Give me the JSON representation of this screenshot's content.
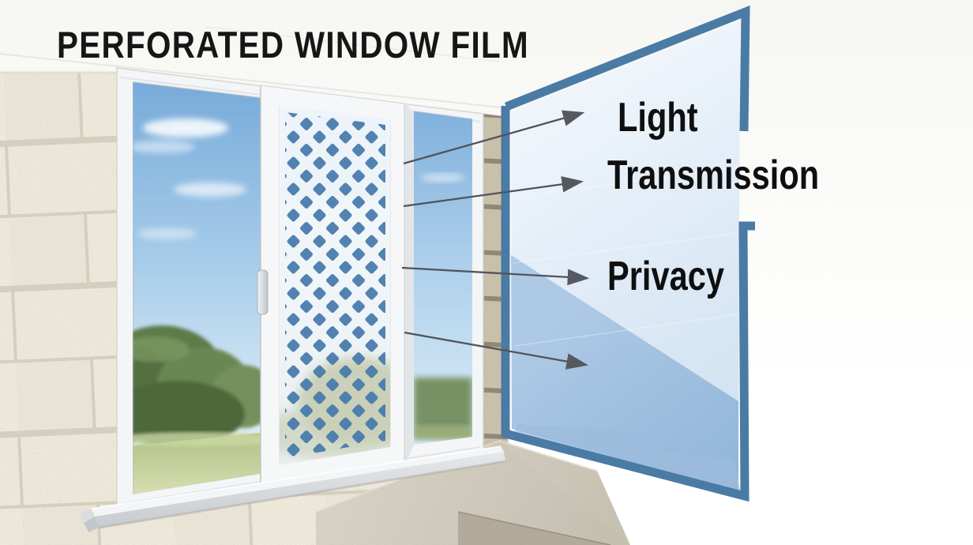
{
  "title": "PERFORATED WINDOW FILM",
  "labels": {
    "light": "Light",
    "transmission": "Transmission",
    "privacy": "Privacy"
  },
  "annotations": {
    "arrows": [
      {
        "points_to": "Light"
      },
      {
        "points_to": "Transmission"
      },
      {
        "points_to": "Privacy"
      },
      {
        "points_to": ""
      }
    ]
  },
  "colors": {
    "film_border_blue": "#4a7ba5",
    "film_fill_light": "#ddeaf5",
    "film_fill_shaded": "#8fb3d8",
    "perforation_dot_blue": "#4478aa",
    "arrow_gray": "#50545a",
    "text_black": "#141414",
    "wall_beige": "#efe9dc",
    "sky_blue": "#76aad9"
  }
}
